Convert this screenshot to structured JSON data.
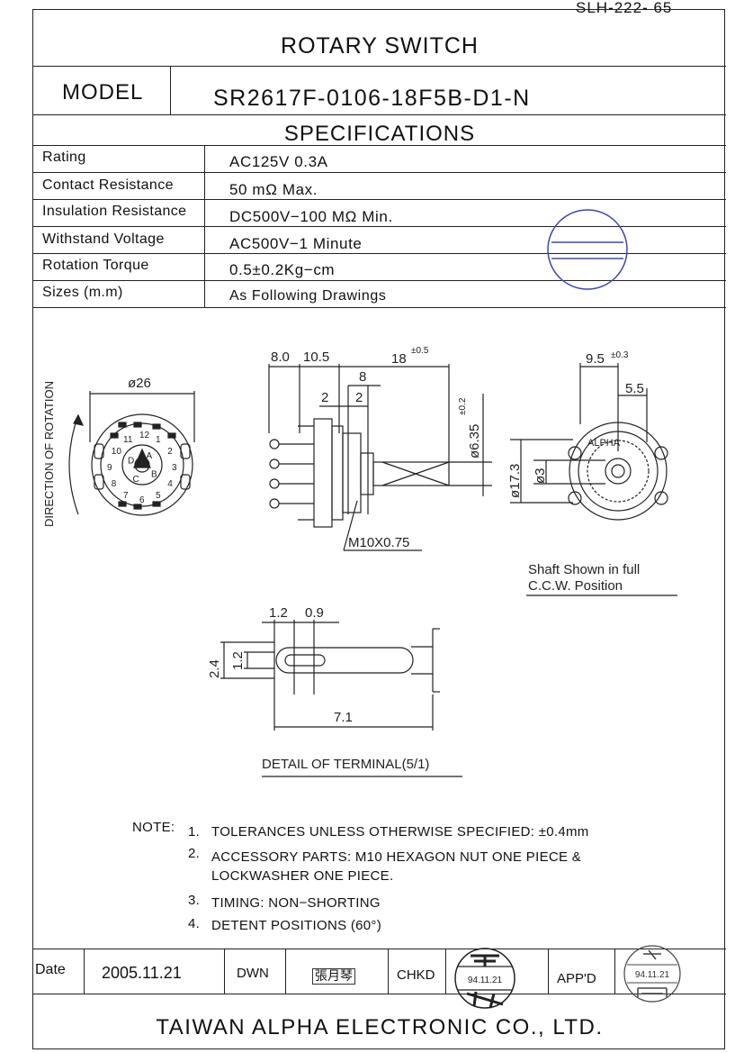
{
  "header": {
    "doc_no": "SLH-222- 65",
    "title": "ROTARY SWITCH"
  },
  "model": {
    "label": "MODEL",
    "value": "SR2617F-0106-18F5B-D1-N"
  },
  "specifications": {
    "heading": "SPECIFICATIONS",
    "rows": [
      {
        "label": "Rating",
        "value": "AC125V 0.3A"
      },
      {
        "label": "Contact Resistance",
        "value": "50  mΩ Max."
      },
      {
        "label": "Insulation Resistance",
        "value": "DC500V−100 MΩ Min."
      },
      {
        "label": "Withstand Voltage",
        "value": "AC500V−1 Minute"
      },
      {
        "label": "Rotation Torque",
        "value": "0.5±0.2Kg−cm"
      },
      {
        "label": "Sizes (m.m)",
        "value": "As Following Drawings"
      }
    ]
  },
  "drawing": {
    "rotation_label": "DIRECTION OF ROTATION",
    "front_dia": "ø26",
    "side_dims": {
      "d1": "8.0",
      "d2": "10.5",
      "d3": "18",
      "d3_tol": "±0.5",
      "d4": "8",
      "d5": "2",
      "d6": "2",
      "shaft_dia": "ø6.35",
      "shaft_tol": "±0.2",
      "thread": "M10X0.75"
    },
    "right_dims": {
      "d1": "9.5",
      "d1_tol": "±0.3",
      "d2": "5.5",
      "dia1": "ø17.3",
      "dia2": "ø3",
      "brand": "ALPHA"
    },
    "shaft_note": {
      "line1": "Shaft Shown in full",
      "line2": "C.C.W. Position"
    },
    "terminal": {
      "d1": "1.2",
      "d2": "0.9",
      "d3": "2.4",
      "d4": "1.2",
      "d5": "7.1",
      "caption": "DETAIL OF TERMINAL(5/1)"
    },
    "wafer_labels": [
      "1",
      "2",
      "3",
      "4",
      "5",
      "6",
      "7",
      "8",
      "9",
      "10",
      "11",
      "12",
      "A",
      "B",
      "C",
      "D"
    ]
  },
  "notes": {
    "label": "NOTE:",
    "items": [
      {
        "num": "1.",
        "text": "TOLERANCES UNLESS OTHERWISE SPECIFIED: ±0.4mm"
      },
      {
        "num": "2.",
        "text": "ACCESSORY PARTS: M10 HEXAGON NUT ONE PIECE &"
      },
      {
        "num": "",
        "text": "LOCKWASHER ONE PIECE."
      },
      {
        "num": "3.",
        "text": "TIMING: NON−SHORTING"
      },
      {
        "num": "4.",
        "text": "DETENT POSITIONS (60°)"
      }
    ]
  },
  "footer": {
    "date_label": "Date",
    "date_value": "2005.11.21",
    "dwn_label": "DWN",
    "dwn_sig": "張月琴",
    "chkd_label": "CHKD",
    "chkd_stamp": "94.11.21",
    "appd_label": "APP'D",
    "appd_stamp": "94.11.21",
    "company": "TAIWAN ALPHA ELECTRONIC CO., LTD."
  }
}
